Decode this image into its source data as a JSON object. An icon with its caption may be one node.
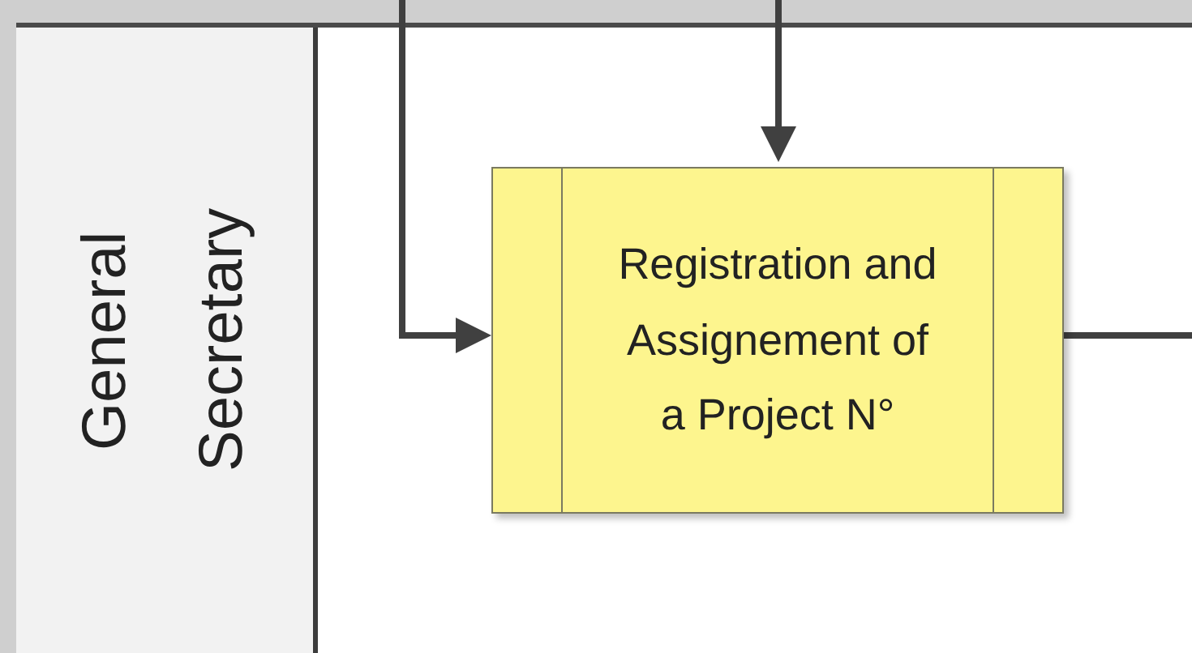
{
  "diagram": {
    "nodes": [
      {
        "text": [
          "General Secretary"
        ]
      },
      {
        "text": [
          "Registration and Assignement of a Project N°"
        ],
        "in": 0
      }
    ],
    "edges": [
      {
        "from": null,
        "to": 1,
        "arrow": "to"
      },
      {
        "from": null,
        "to": 1,
        "arrow": "to"
      },
      {
        "from": 1,
        "to": null,
        "arrow": "none"
      }
    ]
  }
}
